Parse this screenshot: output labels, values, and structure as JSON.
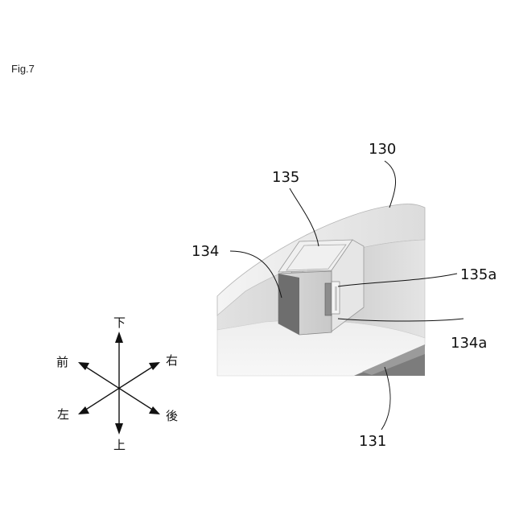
{
  "figure": {
    "label": "Fig.7"
  },
  "refs": {
    "r130": "130",
    "r135": "135",
    "r134": "134",
    "r135a": "135a",
    "r134a": "134a",
    "r131": "131"
  },
  "directions": {
    "down": "下",
    "up": "上",
    "front": "前",
    "right": "右",
    "left": "左",
    "back": "後"
  }
}
